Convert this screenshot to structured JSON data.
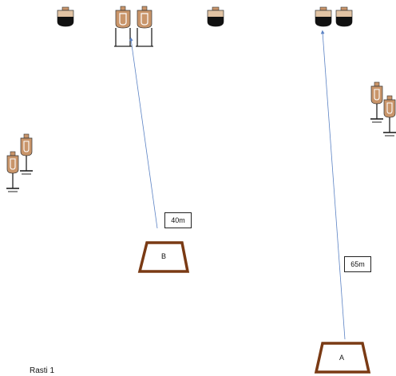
{
  "stage_title": "Rasti 1",
  "boxes": [
    {
      "label": "B"
    },
    {
      "label": "A"
    }
  ],
  "distances": [
    {
      "label": "40m"
    },
    {
      "label": "65m"
    }
  ],
  "colors": {
    "box_stroke": "#7a3a14",
    "arrow": "#5b82c4",
    "target_brown": "#c9956a",
    "target_black": "#111111"
  },
  "icons": {
    "paper_target": "paper-target-icon",
    "steel_target": "steel-plate-target-icon"
  }
}
